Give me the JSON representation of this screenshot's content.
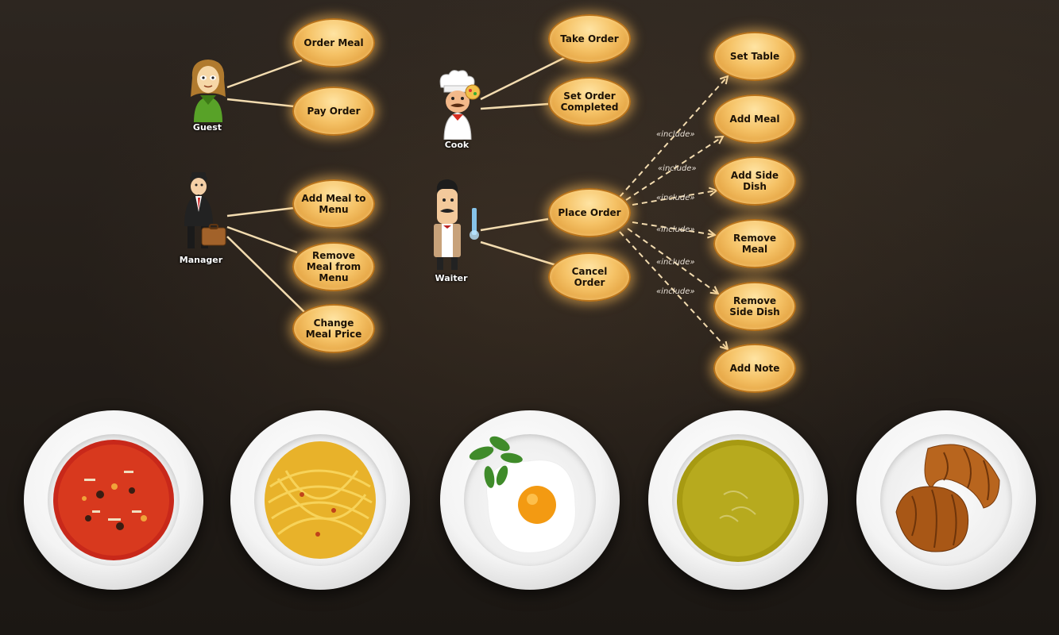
{
  "actors": {
    "guest": "Guest",
    "cook": "Cook",
    "manager": "Manager",
    "waiter": "Waiter"
  },
  "use_cases": {
    "order_meal": "Order Meal",
    "pay_order": "Pay Order",
    "take_order": "Take Order",
    "set_order_completed": "Set Order Completed",
    "add_meal_to_menu": "Add Meal to Menu",
    "remove_meal_from_menu": "Remove Meal from Menu",
    "change_meal_price": "Change Meal Price",
    "place_order": "Place Order",
    "cancel_order": "Cancel Order",
    "set_table": "Set Table",
    "add_meal": "Add Meal",
    "add_side_dish": "Add Side Dish",
    "remove_meal": "Remove Meal",
    "remove_side_dish": "Remove Side Dish",
    "add_note": "Add Note"
  },
  "include_label": "«include»",
  "colors": {
    "ellipse_fill": "#f5c266",
    "ellipse_border": "#b9741c",
    "line": "#f3dcb0"
  }
}
